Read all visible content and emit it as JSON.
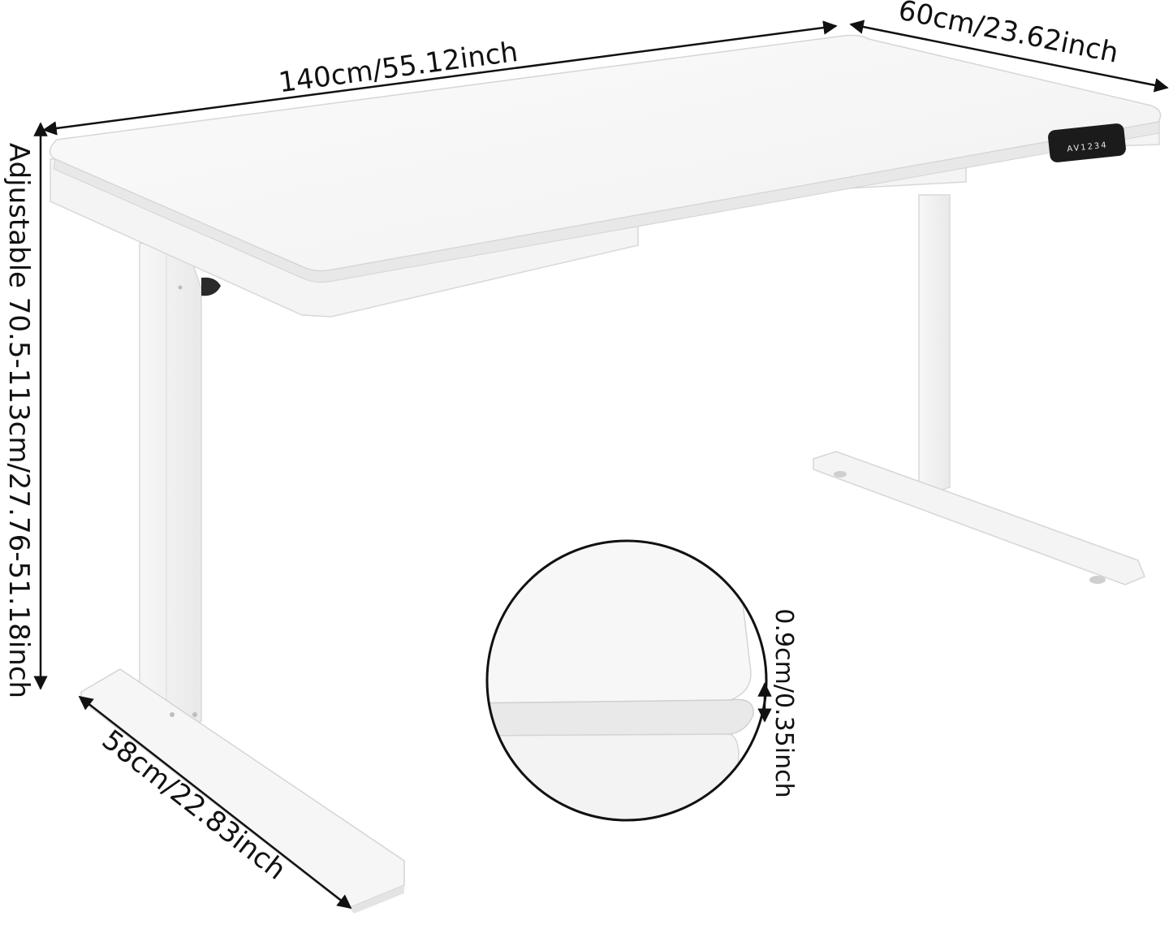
{
  "dimensions": {
    "width": "140cm/55.12inch",
    "depth": "60cm/23.62inch",
    "height": "Adjustable 70.5-113cm/27.76-51.18inch",
    "foot": "58cm/22.83inch",
    "thickness": "0.9cm/0.35inch"
  },
  "controller": {
    "display": "AV1234"
  },
  "colors": {
    "desk": "#ffffff",
    "desk_edge": "#e6e6e6",
    "line": "#111111",
    "controller": "#1b1b1b"
  }
}
